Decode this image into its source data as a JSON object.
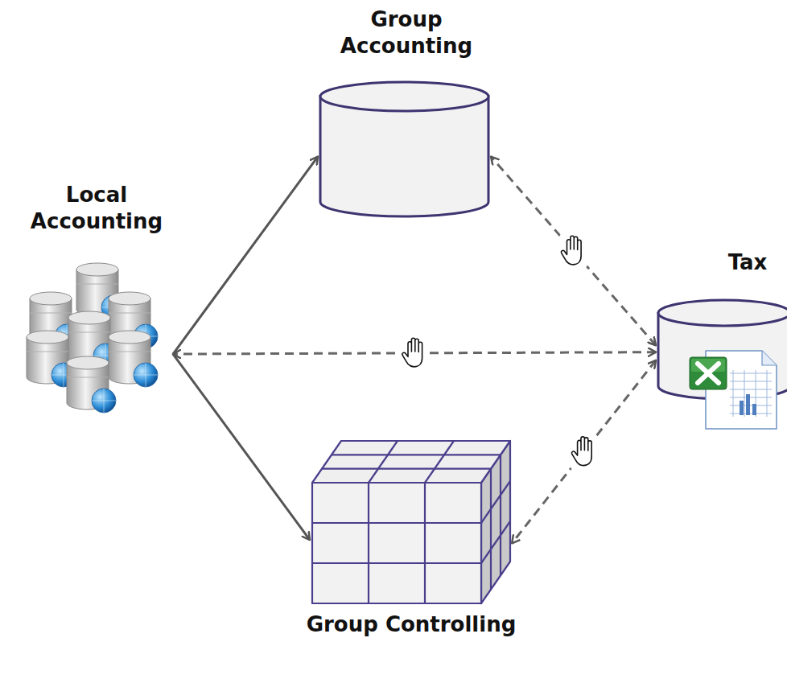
{
  "diagram": {
    "nodes": [
      {
        "text": [
          "Group Accounting"
        ]
      },
      {
        "text": [
          "Local Accounting"
        ]
      },
      {
        "text": [
          "Tax"
        ]
      },
      {
        "text": [
          "Group Controlling"
        ]
      }
    ],
    "edges": [
      {
        "from": 1,
        "to": 0,
        "arrow": "to"
      },
      {
        "from": 1,
        "to": 3,
        "arrow": "to"
      },
      {
        "from": 2,
        "to": 0,
        "arrow": "both"
      },
      {
        "from": 2,
        "to": 1,
        "arrow": "both"
      },
      {
        "from": 2,
        "to": 3,
        "arrow": "both"
      }
    ]
  }
}
